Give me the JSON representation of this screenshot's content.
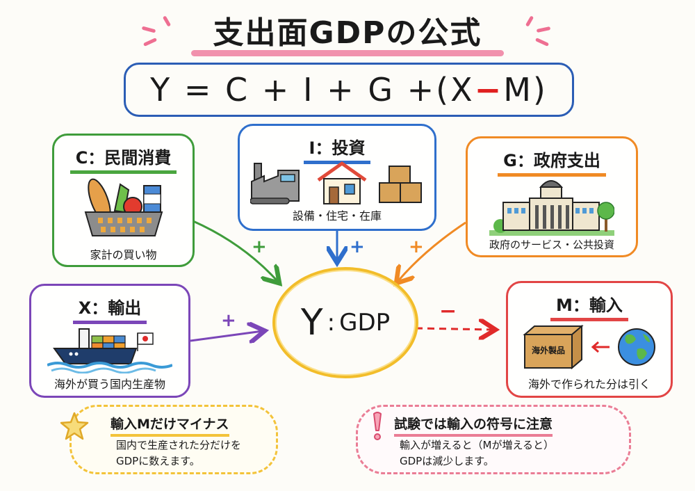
{
  "title": "支出面GDPの公式",
  "formula": {
    "parts": [
      "Y",
      "=",
      "C",
      "+",
      "I",
      "+",
      "G",
      "+",
      "(",
      "X",
      "−",
      "M",
      ")"
    ]
  },
  "components": {
    "c": {
      "letter": "C",
      "title": "C：民間消費",
      "desc": "家計の買い物",
      "sign": "+",
      "color": "#3f9c3b",
      "icon": "shopping-basket"
    },
    "i": {
      "letter": "I",
      "title": "I：投資",
      "desc": "設備・住宅・在庫",
      "sign": "+",
      "color": "#2f6fcc",
      "icon": "factory-house-boxes"
    },
    "g": {
      "letter": "G",
      "title": "G：政府支出",
      "desc": "政府のサービス・公共投資",
      "sign": "+",
      "color": "#f08a24",
      "icon": "government-building"
    },
    "x": {
      "letter": "X",
      "title": "X：輸出",
      "desc": "海外が買う国内生産物",
      "sign": "+",
      "color": "#7b46b8",
      "icon": "cargo-ship"
    },
    "m": {
      "letter": "M",
      "title": "M：輸入",
      "desc": "海外で作られた分は引く",
      "sign": "−",
      "color": "#e24545",
      "icon": "box-and-globe",
      "box_label": "海外製品"
    }
  },
  "center": {
    "y": "Y",
    "colon": ":",
    "label": "GDP",
    "color": "#f2bd2a"
  },
  "notes": [
    {
      "icon": "star",
      "title": "輸入Mだけマイナス",
      "body_line1": "国内で生産された分だけを",
      "body_line2": "GDPに数えます。",
      "color": "#f3c33a"
    },
    {
      "icon": "exclamation",
      "title": "試験では輸入の符号に注意",
      "body_line1": "輸入が増えると（Mが増えると）",
      "body_line2": "GDPは減少します。",
      "color": "#ea7d95"
    }
  ]
}
